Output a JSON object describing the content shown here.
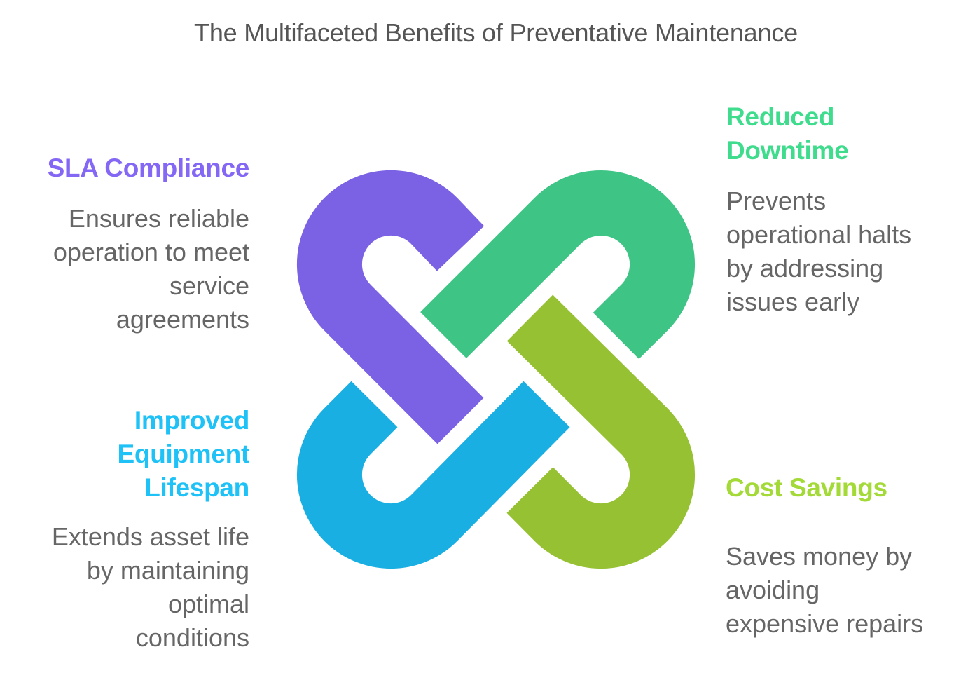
{
  "title": "The Multifaceted Benefits of Preventative Maintenance",
  "colors": {
    "purple_band": "#7B61E3",
    "green_band": "#3EC485",
    "lime_band": "#95C133",
    "blue_band": "#1AAFE2",
    "purple_text": "#8467F4",
    "green_text": "#40DC8E",
    "blue_text": "#1EC2F6",
    "lime_text": "#A4DA38",
    "body_text": "#666666",
    "title_text": "#555555"
  },
  "benefits": {
    "sla": {
      "heading": "SLA Compliance",
      "lines": [
        "Ensures reliable",
        "operation to meet",
        "service",
        "agreements"
      ]
    },
    "reduced_downtime": {
      "heading_lines": [
        "Reduced",
        "Downtime"
      ],
      "lines": [
        "Prevents",
        "operational halts",
        "by addressing",
        "issues early"
      ]
    },
    "equipment_lifespan": {
      "heading_lines": [
        "Improved",
        "Equipment",
        "Lifespan"
      ],
      "lines": [
        "Extends asset life",
        "by maintaining",
        "optimal",
        "conditions"
      ]
    },
    "cost_savings": {
      "heading": "Cost Savings",
      "lines": [
        "Saves money by",
        "avoiding",
        "expensive repairs"
      ]
    }
  }
}
